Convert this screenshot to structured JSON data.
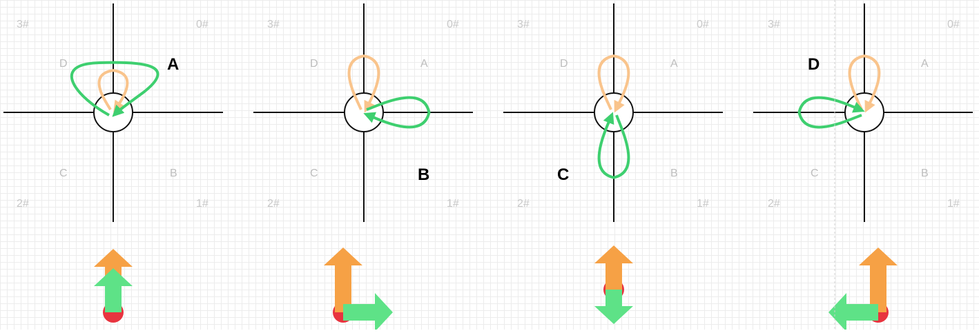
{
  "colors": {
    "background_loop": "#f9c48c",
    "active_loop": "#3ecf6f",
    "base_arrow": "#f6a145",
    "secondary_arrow": "#5ee287",
    "origin_dot": "#e8343f",
    "axis": "#111111",
    "faint_label": "#bdbdbd"
  },
  "panels": [
    {
      "id": "A",
      "corner_labels": [
        "3#",
        "0#",
        "2#",
        "1#"
      ],
      "quadrant_labels": [
        "D",
        "A",
        "C",
        "B"
      ],
      "highlighted_quadrant": "A",
      "active_loop_direction": "up",
      "secondary_arrow_direction": "up"
    },
    {
      "id": "B",
      "corner_labels": [
        "3#",
        "0#",
        "2#",
        "1#"
      ],
      "quadrant_labels": [
        "D",
        "A",
        "C",
        "B"
      ],
      "highlighted_quadrant": "B",
      "active_loop_direction": "right",
      "secondary_arrow_direction": "right"
    },
    {
      "id": "C",
      "corner_labels": [
        "3#",
        "0#",
        "2#",
        "1#"
      ],
      "quadrant_labels": [
        "D",
        "A",
        "C",
        "B"
      ],
      "highlighted_quadrant": "C",
      "active_loop_direction": "down",
      "secondary_arrow_direction": "down"
    },
    {
      "id": "D",
      "corner_labels": [
        "3#",
        "0#",
        "2#",
        "1#"
      ],
      "quadrant_labels": [
        "D",
        "A",
        "C",
        "B"
      ],
      "highlighted_quadrant": "D",
      "active_loop_direction": "left",
      "secondary_arrow_direction": "left"
    }
  ]
}
